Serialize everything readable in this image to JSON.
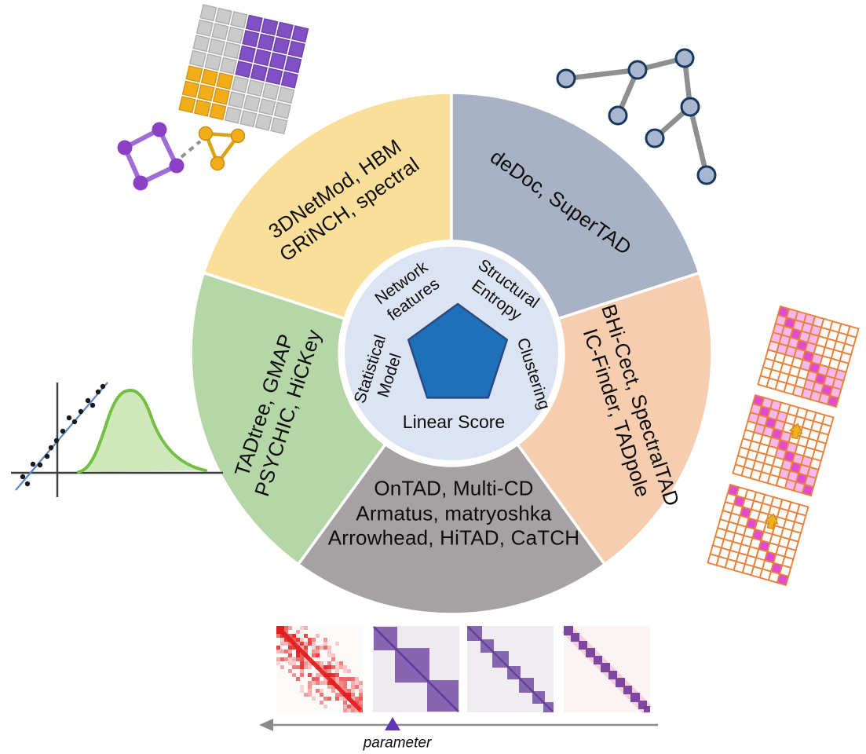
{
  "wheel": {
    "hub": {
      "circle_color": "#dce4f3",
      "pentagon_color": "#1e70b8",
      "pentagon_border": "#2b4a80"
    },
    "segments": [
      {
        "id": "network-features",
        "category": "Network\nfeatures",
        "methods": "3DNetMod, HBM\nGRiNCH, spectral",
        "color": "#fadf9b"
      },
      {
        "id": "structural-entropy",
        "category": "Structural\nEntropy",
        "methods": "deDoc, SuperTAD",
        "color": "#a8b2c5"
      },
      {
        "id": "clustering",
        "category": "Clustering",
        "methods": "BHi-Cect, SpectralTAD\nIC-Finder, TADpole",
        "color": "#f6cdae"
      },
      {
        "id": "linear-score",
        "category": "Linear Score",
        "methods": "OnTAD, Multi-CD\nArmatus, matryoshka\nArrowhead, HiTAD, CaTCH",
        "color": "#a6a1a2"
      },
      {
        "id": "statistical-model",
        "category": "Statistical\nModel",
        "methods": "TADtree, GMAP\nPSYCHIC, HiCKey",
        "color": "#b5d6a6"
      }
    ]
  },
  "parameter_axis": {
    "label": "parameter",
    "arrow_color": "#8a8a8a",
    "marker_color": "#5f35b5"
  },
  "palette": {
    "purple_block": "#8050c4",
    "gold": "#f3ad18",
    "magenta": "#e14ad2",
    "pink": "#f6b8ef",
    "light_pink": "#fbdcf6",
    "grid_orange": "#e8823b",
    "tree_node": "#a9b6cf",
    "tree_border": "#17375e",
    "edge_gray": "#8f8f8f",
    "heatmap_red": "#e02020",
    "heatmap_purple": "#744ea6",
    "density_green": "#72bf44",
    "density_fill": "#cfe8bb",
    "fit_line_blue": "#5b87c5",
    "net_purple": "#8b3fc6"
  }
}
